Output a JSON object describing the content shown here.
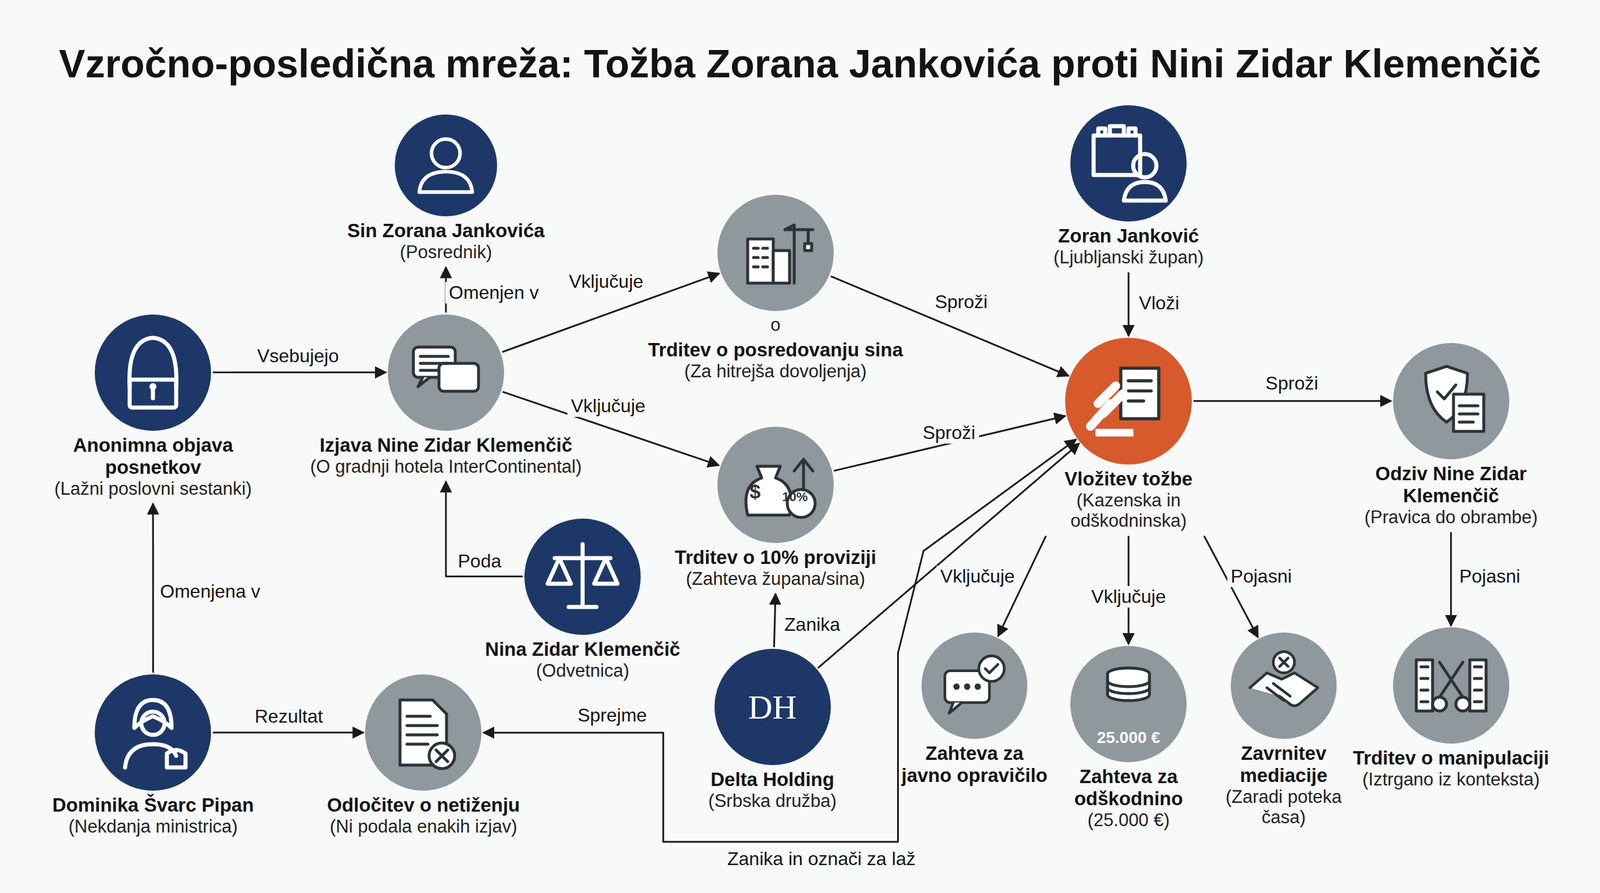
{
  "diagram": {
    "title": "Vzročno-posledična mreža: Tožba Zorana Jankovića proti Nini Zidar Klemenčič",
    "nodes": [
      {
        "text": [
          "Sin Zorana Jankovića",
          "(Posrednik)"
        ]
      },
      {
        "text": [
          "Anonimna objava posnetkov",
          "(Lažni poslovni sestanki)"
        ]
      },
      {
        "text": [
          "Izjava Nine Zidar Klemenčič",
          "(O gradnji hotela InterContinental)"
        ]
      },
      {
        "text": [
          "o",
          "Trditev o posredovanju sina",
          "(Za hitrejša dovoljenja)"
        ]
      },
      {
        "text": [
          "Zoran Janković",
          "(Ljubljanski župan)"
        ]
      },
      {
        "text": [
          "Trditev o 10% proviziji",
          "(Zahteva župana/sina)"
        ]
      },
      {
        "text": [
          "Vložitev tožbe",
          "(Kazenska in odškodninska)"
        ]
      },
      {
        "text": [
          "Odziv Nine Zidar Klemenčič",
          "(Pravica do obrambe)"
        ]
      },
      {
        "text": [
          "Nina Zidar Klemenčič",
          "(Odvetnica)"
        ]
      },
      {
        "text": [
          "Dominika Švarc Pipan",
          "(Nekdanja ministrica)"
        ]
      },
      {
        "text": [
          "Odločitev o netiženju",
          "(Ni podala enakih izjav)"
        ]
      },
      {
        "text": [
          "Delta Holding",
          "(Srbska družba)"
        ]
      },
      {
        "text": [
          "Zahteva za javno opravičilo"
        ]
      },
      {
        "text": [
          "Zahteva za odškodnino",
          "(25.000 €)"
        ]
      },
      {
        "text": [
          "Zavrnitev mediacije",
          "(Zaradi poteka časa)"
        ]
      },
      {
        "text": [
          "Trditev o manipulaciji",
          "(Iztrgano iz konteksta)"
        ]
      }
    ],
    "edges": [
      {
        "from": 1,
        "to": 2,
        "label": "Vsebujejo",
        "arrow": "to"
      },
      {
        "from": 2,
        "to": 0,
        "label": "Omenjen v",
        "arrow": "to"
      },
      {
        "from": 2,
        "to": 3,
        "label": "Vključuje",
        "arrow": "to"
      },
      {
        "from": 2,
        "to": 5,
        "label": "Vključuje",
        "arrow": "to"
      },
      {
        "from": 3,
        "to": 6,
        "label": "Sproži",
        "arrow": "to"
      },
      {
        "from": 5,
        "to": 6,
        "label": "Sproži",
        "arrow": "to"
      },
      {
        "from": 4,
        "to": 6,
        "label": "Vloži",
        "arrow": "to"
      },
      {
        "from": 6,
        "to": 7,
        "label": "Sproži",
        "arrow": "to"
      },
      {
        "from": 8,
        "to": 2,
        "label": "Poda",
        "arrow": "to"
      },
      {
        "from": 9,
        "to": 1,
        "label": "Omenjena v",
        "arrow": "to"
      },
      {
        "from": 9,
        "to": 10,
        "label": "Rezultat",
        "arrow": "to"
      },
      {
        "from": 11,
        "to": 5,
        "label": "Zanika",
        "arrow": "to"
      },
      {
        "from": 11,
        "to": 6,
        "arrow": "to"
      },
      {
        "from": 6,
        "to": 10,
        "label": "Sprejme",
        "arrow": "both"
      },
      {
        "from": 6,
        "to": 12,
        "label": "Vključuje",
        "arrow": "to"
      },
      {
        "from": 6,
        "to": 13,
        "label": "Vključuje",
        "arrow": "to"
      },
      {
        "from": 6,
        "to": 14,
        "label": "Pojasni",
        "arrow": "to"
      },
      {
        "from": 7,
        "to": 15,
        "label": "Pojasni",
        "arrow": "to"
      }
    ],
    "labels": [
      "$",
      "10%",
      "DH",
      "25.000 €",
      "Zanika in označi za laž"
    ]
  }
}
